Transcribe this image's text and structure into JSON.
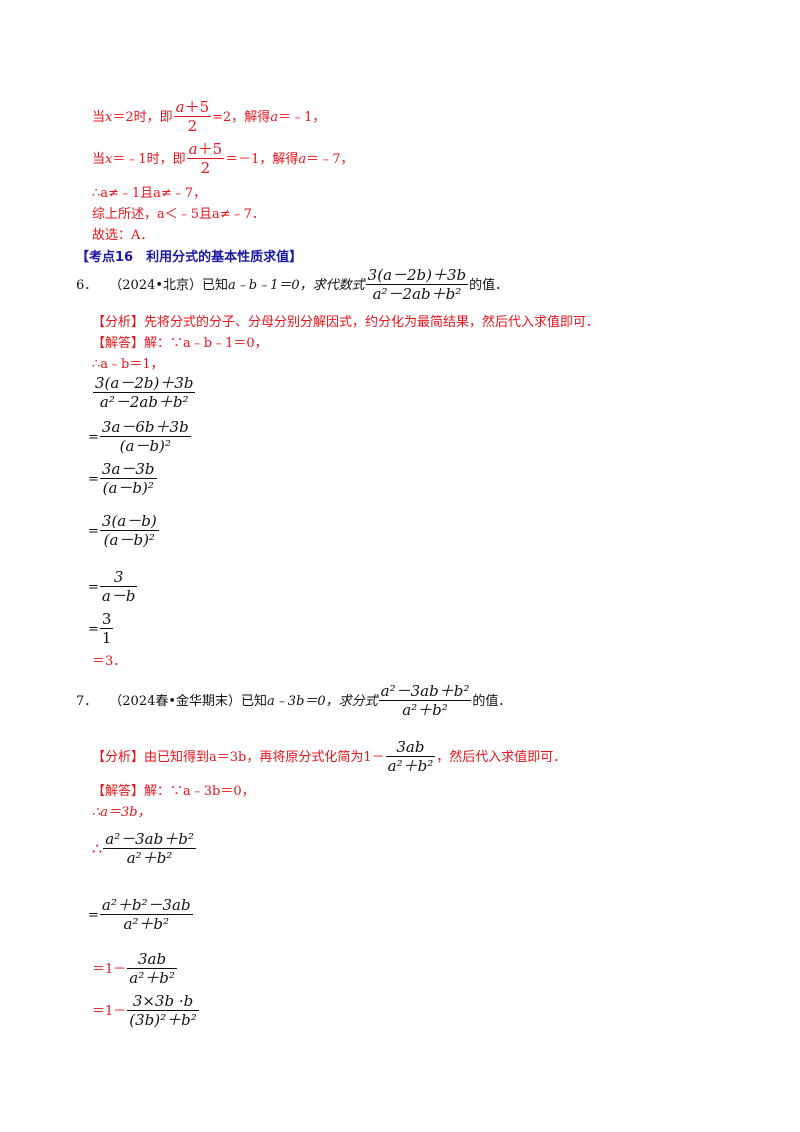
{
  "prev": {
    "l1": {
      "pre": "当",
      "x": "x",
      "mid": "＝2时，即",
      "fn": "a",
      "fn2": "＋5",
      "fd": "2",
      "post": "=2，解得",
      "a": "a",
      "post2": "＝﹣1，"
    },
    "l2": {
      "pre": "当",
      "x": "x",
      "mid": "＝﹣1时，即",
      "fn": "a",
      "fn2": "＋5",
      "fd": "2",
      "post": "＝－1，解得",
      "a": "a",
      "post2": "＝﹣7，"
    },
    "l3": "∴a≠﹣1且a≠﹣7，",
    "l4": "综上所述，a＜﹣5且a≠﹣7．",
    "l5": "故选：A．"
  },
  "kaodian": "【考点16　利用分式的基本性质求值】",
  "q6": {
    "num": "6．",
    "source": "（2024•北京）已知",
    "cond": "a﹣b﹣1＝0，求代数式",
    "frac_num": "3(a－2b)＋3b",
    "frac_den": "a²－2ab＋b²",
    "tail": "的值．",
    "analysis_tag": "【分析】",
    "analysis": "先将分式的分子、分母分别分解因式，约分化为最简结果，然后代入求值即可．",
    "answer_tag": "【解答】",
    "answer_pre": "解：∵a﹣b﹣1＝0，",
    "s1": "∴a﹣b＝1，",
    "f1n": "3(a－2b)＋3b",
    "f1d": "a²－2ab＋b²",
    "f2n": "3a－6b＋3b",
    "f2d": "(a－b)²",
    "f3n": "3a－3b",
    "f3d": "(a－b)²",
    "f4n": "3(a－b)",
    "f4d": "(a－b)²",
    "f5n": "3",
    "f5d": "a－b",
    "f6n": "3",
    "f6d": "1",
    "eq": "=",
    "result": "＝3．"
  },
  "q7": {
    "num": "7．",
    "source": "（2024春•金华期末）已知",
    "cond": "a﹣3b＝0，求分式",
    "frac_num": "a²－3ab＋b²",
    "frac_den": "a²＋b²",
    "tail": "的值．",
    "analysis_tag": "【分析】",
    "analysis_pre": "由已知得到a＝3b，再将原分式化简为1－",
    "analysis_fn": "3ab",
    "analysis_fd": "a²＋b²",
    "analysis_post": "，然后代入求值即可．",
    "answer_tag": "【解答】",
    "answer_pre": "解：∵a﹣3b＝0，",
    "s1": "∴a＝3b，",
    "therefore": "∴",
    "g1n": "a²－3ab＋b²",
    "g1d": "a²＋b²",
    "g2n": "a²＋b²－3ab",
    "g2d": "a²＋b²",
    "g3pre": "＝1－",
    "g3n": "3ab",
    "g3d": "a²＋b²",
    "g4pre": "＝1－",
    "g4n": "3×3b ·b",
    "g4d": "(3b)²＋b²",
    "eq": "="
  },
  "colors": {
    "red": "#e8141b",
    "blue": "#1a1aa8",
    "text": "#111111"
  }
}
